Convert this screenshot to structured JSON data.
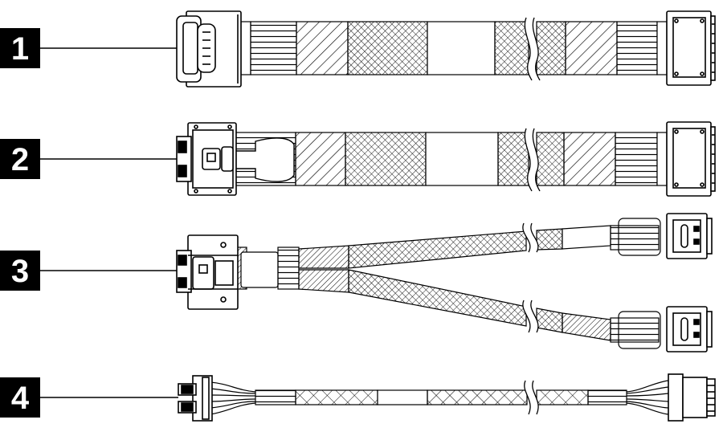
{
  "cables": [
    {
      "label": "1"
    },
    {
      "label": "2"
    },
    {
      "label": "3"
    },
    {
      "label": "4"
    }
  ],
  "colors": {
    "line": "#000000",
    "badge": "#000000",
    "background": "#ffffff"
  }
}
